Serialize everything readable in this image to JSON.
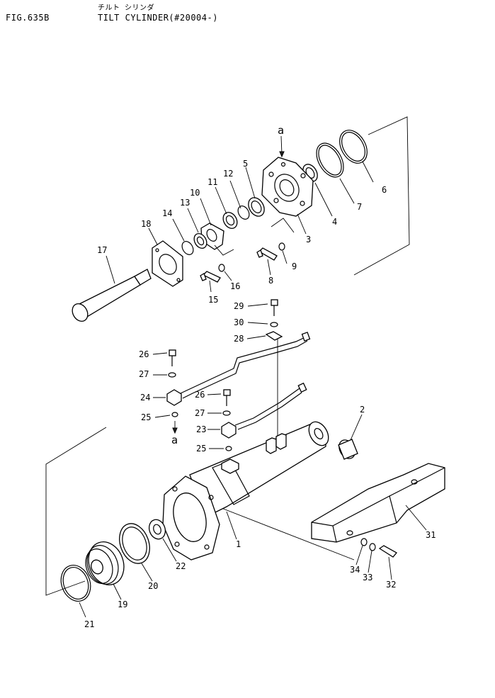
{
  "header": {
    "fig_number": "FIG.635B",
    "title_jp": "チルト シリンダ",
    "title_en": "TILT CYLINDER(#20004-)"
  },
  "callouts": {
    "c1": "1",
    "c2": "2",
    "c3": "3",
    "c4": "4",
    "c5": "5",
    "c6": "6",
    "c7": "7",
    "c8": "8",
    "c9": "9",
    "c10": "10",
    "c11": "11",
    "c12": "12",
    "c13": "13",
    "c14": "14",
    "c15": "15",
    "c16": "16",
    "c17": "17",
    "c18": "18",
    "c19": "19",
    "c20": "20",
    "c21": "21",
    "c22": "22",
    "c23": "23",
    "c24": "24",
    "c25a": "25",
    "c25b": "25",
    "c26a": "26",
    "c26b": "26",
    "c27a": "27",
    "c27b": "27",
    "c28": "28",
    "c29": "29",
    "c30": "30",
    "c31": "31",
    "c32": "32",
    "c33": "33",
    "c34": "34"
  },
  "refs": {
    "a_top": "a",
    "a_bottom": "a"
  }
}
